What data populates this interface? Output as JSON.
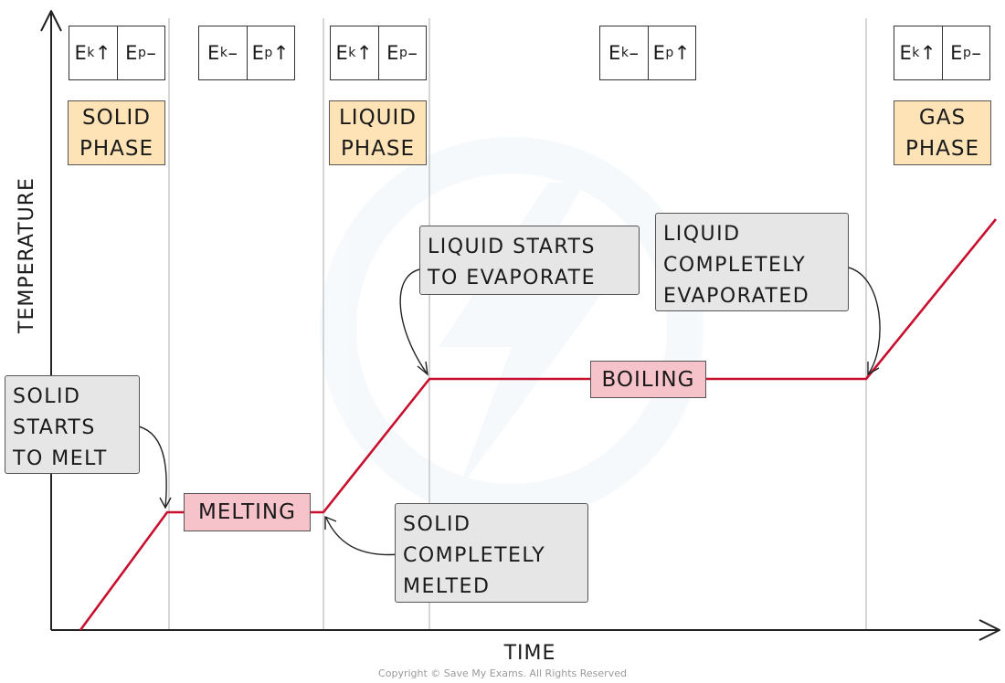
{
  "axes": {
    "x_label": "TIME",
    "y_label": "TEMPERATURE"
  },
  "energy_boxes": [
    {
      "ek_sub": "k",
      "ek_sign": "↑",
      "ep_sub": "p",
      "ep_sign": "–"
    },
    {
      "ek_sub": "k",
      "ek_sign": "–",
      "ep_sub": "p",
      "ep_sign": "↑"
    },
    {
      "ek_sub": "k",
      "ek_sign": "↑",
      "ep_sub": "p",
      "ep_sign": "–"
    },
    {
      "ek_sub": "k",
      "ek_sign": "–",
      "ep_sub": "p",
      "ep_sign": "↑"
    },
    {
      "ek_sub": "k",
      "ek_sign": "↑",
      "ep_sub": "p",
      "ep_sign": "–"
    }
  ],
  "phases": {
    "solid": [
      "SOLID",
      "PHASE"
    ],
    "liquid": [
      "LIQUID",
      "PHASE"
    ],
    "gas": [
      "GAS",
      "PHASE"
    ]
  },
  "plateaus": {
    "melting": "MELTING",
    "boiling": "BOILING"
  },
  "callouts": {
    "solid_starts_to_melt": [
      "SOLID",
      "STARTS",
      "TO MELT"
    ],
    "solid_completely_melted": [
      "SOLID",
      "COMPLETELY",
      "MELTED"
    ],
    "liquid_starts_to_evaporate": [
      "LIQUID STARTS",
      "TO EVAPORATE"
    ],
    "liquid_completely_evaporated": [
      "LIQUID",
      "COMPLETELY",
      "EVAPORATED"
    ]
  },
  "copyright": "Copyright © Save My Exams. All Rights Reserved",
  "colors": {
    "curve": "#c8102e",
    "phase_fill": "#fde3b6",
    "plateau_fill": "#f7c3ca",
    "callout_fill": "#e6e6e6"
  }
}
